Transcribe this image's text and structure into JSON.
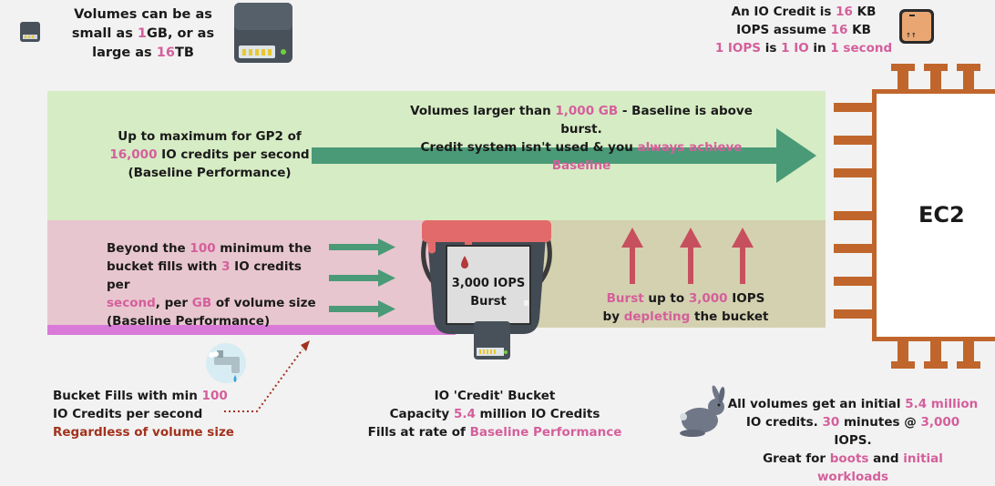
{
  "volumes": {
    "line1": "Volumes can be as",
    "line2a": "small as ",
    "line2b": "1",
    "line2c": "GB, or as",
    "line3a": "large as ",
    "line3b": "16",
    "line3c": "TB"
  },
  "io_credit": {
    "l1a": "An IO Credit is ",
    "l1b": "16",
    "l1c": " KB",
    "l2a": "IOPS assume ",
    "l2b": "16",
    "l2c": " KB",
    "l3a": "1 IOPS",
    "l3b": " is ",
    "l3c": "1 IO",
    "l3d": " in ",
    "l3e": "1 second"
  },
  "max_gp2": {
    "l1": "Up to maximum for GP2 of",
    "l2a": "16,000",
    "l2b": " IO credits per second",
    "l3": "(Baseline Performance)"
  },
  "larger": {
    "l1a": "Volumes larger than ",
    "l1b": "1,000 GB",
    "l1c": " - Baseline is above burst.",
    "l2a": "Credit system isn't used & you ",
    "l2b": "always achieve Baseline"
  },
  "beyond": {
    "l1a": "Beyond the ",
    "l1b": "100",
    "l1c": " minimum the",
    "l2a": "bucket fills with ",
    "l2b": "3",
    "l2c": " IO credits per",
    "l3a": "second",
    "l3b": ", per ",
    "l3c": "GB",
    "l3d": " of volume size",
    "l4": "(Baseline Performance)"
  },
  "bucket": {
    "iops": "3,000 IOPS",
    "burst": "Burst"
  },
  "burst_text": {
    "l1a": "Burst",
    "l1b": " up to ",
    "l1c": "3,000",
    "l1d": " IOPS",
    "l2a": "by ",
    "l2b": "depleting",
    "l2c": " the bucket"
  },
  "ec2": "EC2",
  "fills_min": {
    "l1a": "Bucket Fills with min ",
    "l1b": "100",
    "l2": "IO Credits per second",
    "l3": "Regardless of volume  size"
  },
  "credit_bucket": {
    "l1": "IO 'Credit' Bucket",
    "l2a": "Capacity ",
    "l2b": "5.4",
    "l2c": " million IO Credits",
    "l3a": "Fills at rate of ",
    "l3b": "Baseline Performance"
  },
  "initial": {
    "l1a": "All volumes get an initial ",
    "l1b": "5.4 million",
    "l2a": "IO credits. ",
    "l2b": "30",
    "l2c": " minutes @ ",
    "l2d": "3,000",
    "l2e": " IOPS.",
    "l3a": "Great for ",
    "l3b": "boots",
    "l3c": " and ",
    "l3d": "initial workloads"
  },
  "colors": {
    "green_band": "#d6ecc4",
    "pink_band": "#e8c6cf",
    "olive_band": "#d4d1b0",
    "accent_pink": "#d45f9b",
    "chip_brown": "#c0662c",
    "arrow_green": "#4a9a78",
    "arrow_red": "#c7505e"
  },
  "icons": [
    "drive-icon",
    "box-icon",
    "ec2-chip-icon",
    "bucket-icon",
    "faucet-icon",
    "rabbit-icon"
  ]
}
